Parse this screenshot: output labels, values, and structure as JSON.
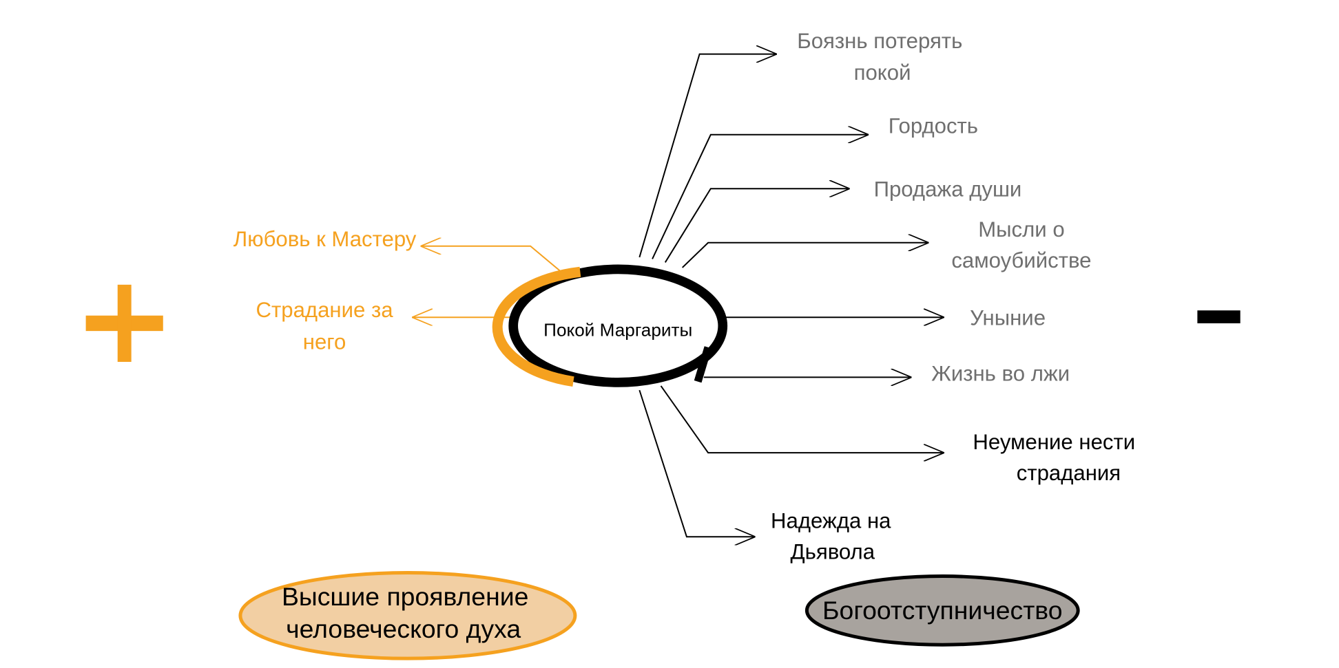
{
  "center": {
    "label": "Покой Маргариты"
  },
  "signs": {
    "plus": "+",
    "minus": "-"
  },
  "positive": [
    {
      "lines": [
        "Любовь к Мастеру"
      ]
    },
    {
      "lines": [
        "Страдание за",
        "него"
      ]
    }
  ],
  "negative": [
    {
      "lines": [
        "Боязнь потерять",
        "покой"
      ]
    },
    {
      "lines": [
        "Гордость"
      ]
    },
    {
      "lines": [
        "Продажа души"
      ]
    },
    {
      "lines": [
        "Мысли о",
        "самоубийстве"
      ]
    },
    {
      "lines": [
        "Уныние"
      ]
    },
    {
      "lines": [
        "Жизнь во лжи"
      ]
    },
    {
      "lines": [
        "Неумение нести",
        "страдания"
      ]
    },
    {
      "lines": [
        "Надежда на",
        "Дьявола"
      ]
    }
  ],
  "summary": {
    "positive": [
      "Высшие проявление",
      "человеческого духа"
    ],
    "negative": "Богоотступничество"
  },
  "colors": {
    "positive": "#f5a11f",
    "positive_fill": "#f2cfa3",
    "negative_fill": "#a8a39e",
    "label_gray": "#6f6f6f"
  }
}
